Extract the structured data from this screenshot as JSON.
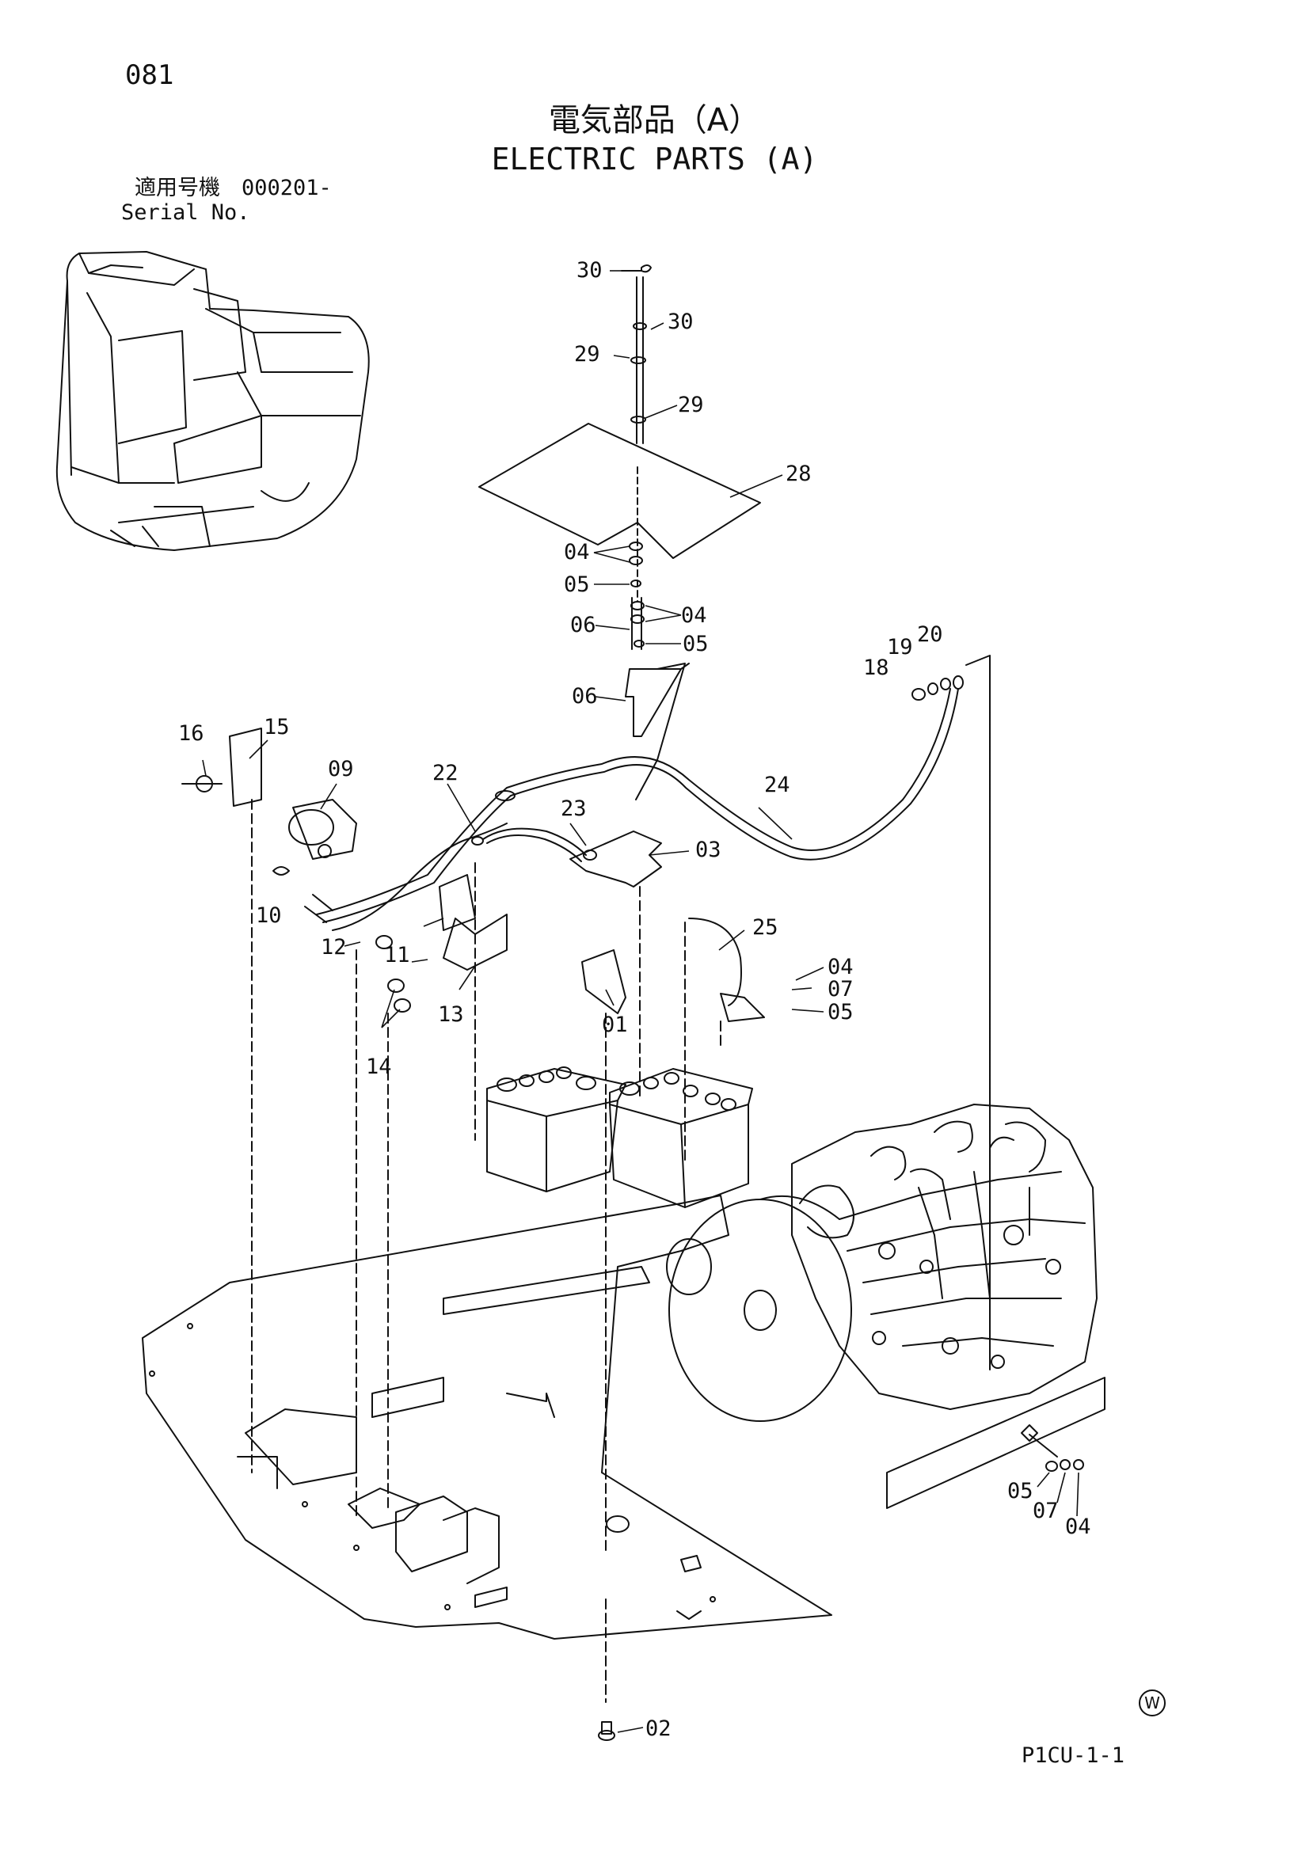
{
  "page_number": "081",
  "title_ja": "電気部品（A）",
  "title_en": "ELECTRIC PARTS (A)",
  "serial_label_ja": "適用号機",
  "serial_value": "000201-",
  "serial_label_en": "Serial No.",
  "reference_code": "P1CU-1-1",
  "w_mark": "W",
  "callouts": [
    "30",
    "30",
    "29",
    "29",
    "28",
    "04",
    "05",
    "04",
    "06",
    "05",
    "06",
    "18",
    "19",
    "20",
    "16",
    "15",
    "09",
    "22",
    "23",
    "24",
    "03",
    "25",
    "10",
    "12",
    "11",
    "04",
    "07",
    "05",
    "13",
    "01",
    "14",
    "05",
    "07",
    "04",
    "02"
  ]
}
